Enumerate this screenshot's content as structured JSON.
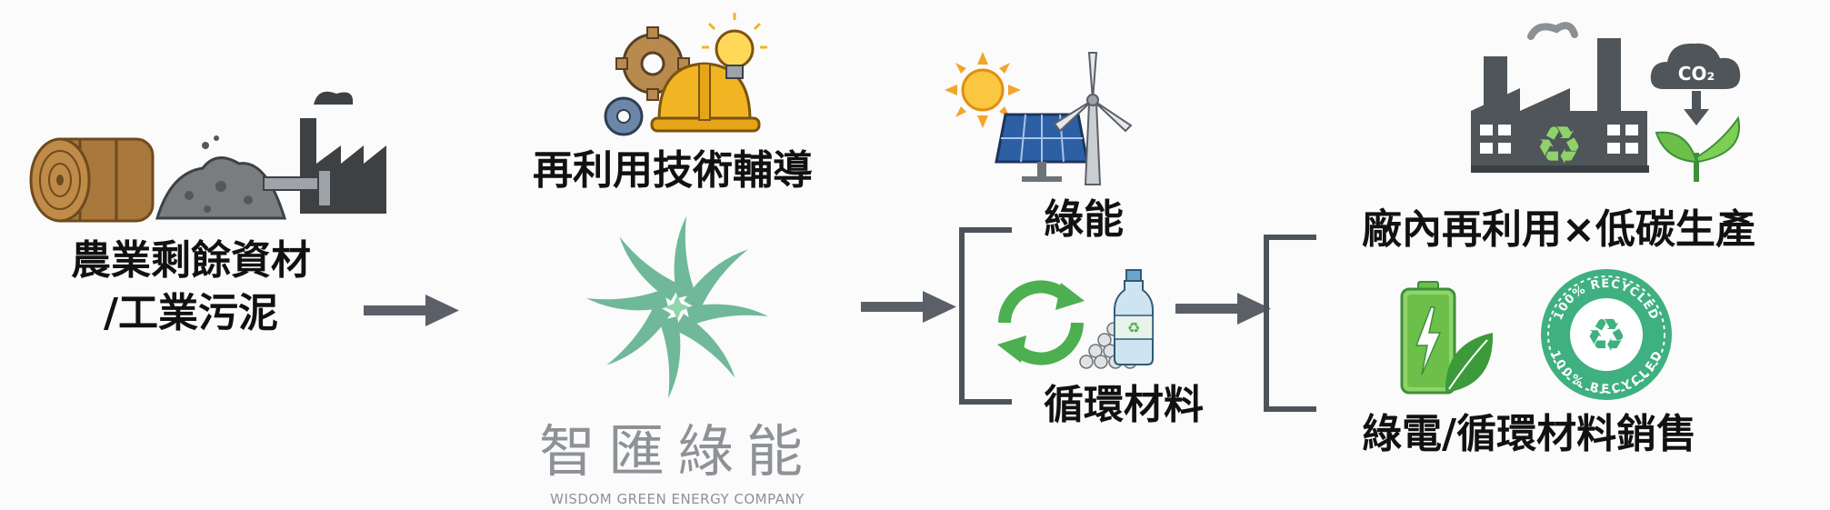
{
  "stage1": {
    "label_line1": "農業剩餘資材",
    "label_line2": "/工業污泥"
  },
  "stage2": {
    "heading": "再利用技術輔導",
    "company_name_zh": "智匯綠能",
    "company_name_en": "WISDOM GREEN ENERGY COMPANY"
  },
  "stage3": {
    "green_energy_label": "綠能",
    "circular_material_label": "循環材料",
    "bottle_icon": "recycle-bottle-icon"
  },
  "stage4": {
    "factory_label": "廠內再利用×低碳生產",
    "sales_label": "綠電/循環材料銷售",
    "co2_text": "CO₂",
    "badge_text_top": "100% RECYCLED",
    "badge_text_bottom": "100% RECYCLED"
  },
  "colors": {
    "arrow": "#5b6068",
    "bracket": "#4d5359",
    "logo_green": "#6fb89a",
    "logo_text": "#8e9296",
    "recycle_green": "#4caf50",
    "badge_green": "#3fb07f"
  }
}
